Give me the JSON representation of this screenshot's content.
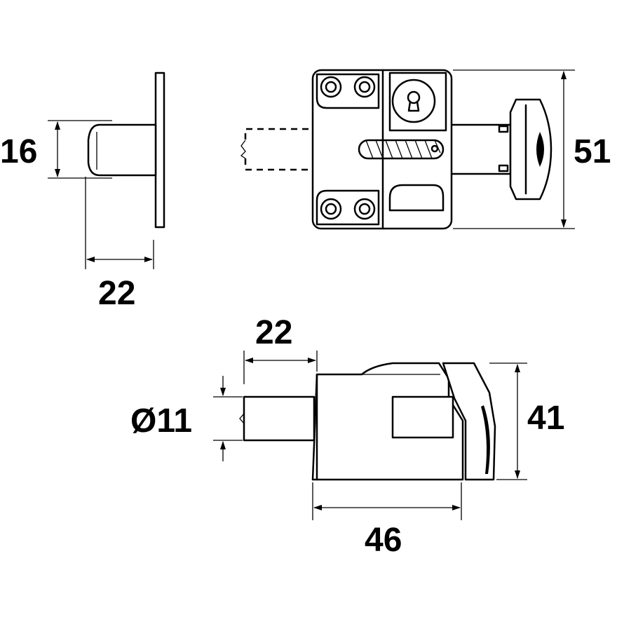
{
  "dimensions": {
    "knob_height": "16",
    "knob_projection": "22",
    "body_height": "51",
    "bolt_throw": "22",
    "bolt_diameter": "Ø11",
    "side_height": "41",
    "body_depth": "46"
  },
  "colors": {
    "line": "#000000",
    "background": "#ffffff"
  }
}
